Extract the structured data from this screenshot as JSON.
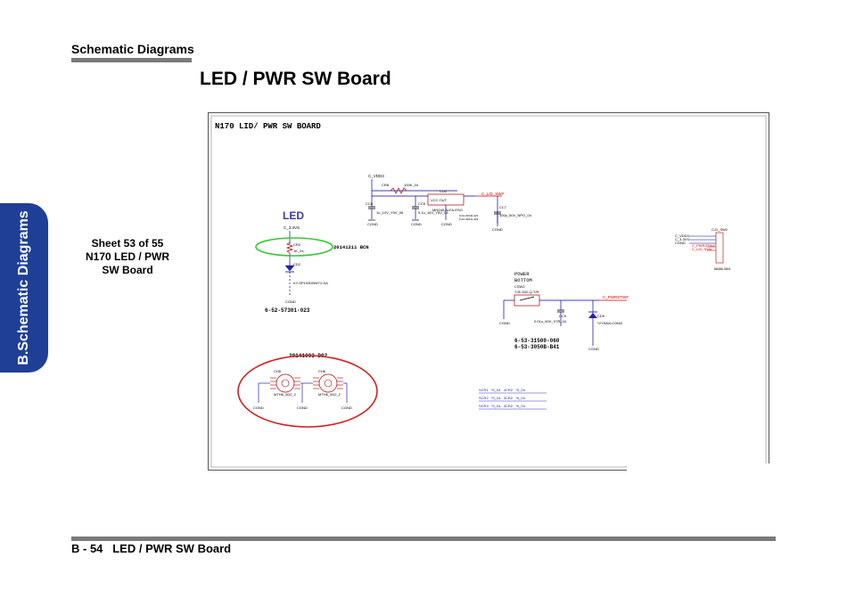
{
  "header": {
    "title": "Schematic  Diagrams"
  },
  "page_title": "LED / PWR SW Board",
  "side_tab": {
    "label": "B.Schematic Diagrams"
  },
  "sheet_caption": {
    "line1": "Sheet 53 of 55",
    "line2": "N170 LED / PWR",
    "line3": "SW Board"
  },
  "schematic": {
    "board_title": "N170 LID/ PWR SW BOARD",
    "led_heading": "LED",
    "led_rail": "C_3.3VS",
    "led_note": "20141211  BCN",
    "led_part": "6-52-57301-023",
    "lid_rail": "C_VDD3",
    "lid_net": "C_LID_SW#",
    "power_label_1": "POWER",
    "power_label_2": "BOTTOM",
    "power_net": "C_PWRSTW#",
    "power_part_1": "6-53-31500-060",
    "power_part_2": "6-53-3050B-B41",
    "mount_note": "20141003  D02",
    "connector_ref": "CJ1_SW2",
    "connector_nets": [
      "C_VDD3",
      "C_3.3VS",
      "CGND",
      "C_PWRSTW#",
      "C_LID_SW#"
    ],
    "components": {
      "r_lid": "CR8",
      "r_lid_val": "100K_04",
      "c5": "CC8",
      "c5_val": "1u_10V_Y5V_06",
      "c6": "CC6",
      "c6_val": "0.1u_16V_Y5V_04",
      "u_lid": "CU2",
      "u_lid_part": "MH248-ALFA-ESO",
      "u_pins": "VCC   OUT",
      "c7": "CC7",
      "c7_val": "100p_50V_NPO_04",
      "r_led": "CR2",
      "r_led_val": "1K_04",
      "d_led": "CD2",
      "d_led_part": "KY-SP192DBW71-SA",
      "sw": "CSW2",
      "sw_part": "TJE-532-Q-T/R",
      "c9": "CC9",
      "c9_val": "0.01u_50V_X7R_04",
      "d_pwr": "CD9",
      "d_pwr_part": "*VY5AVLC0602",
      "h1": "CH5",
      "h1_part": "MTH6_0D2_2",
      "h2": "CH6",
      "h2_part": "MTH6_0D2_2",
      "gnd": "CGND"
    },
    "screw_rows": [
      "SCR1   *0_04   4CR2   *0_04",
      "SCR2   *0_04   3CR2   *0_04",
      "SCR3   *0_04   3CR2   *0_04"
    ]
  },
  "footer": {
    "text": "B - 54   LED / PWR SW Board"
  },
  "colors": {
    "accent_blue": "#1f3f97",
    "rule_gray": "#7a7a7a",
    "net_red": "#cc0000",
    "wire_blue": "#0000aa",
    "highlight_green": "#33cc33",
    "highlight_red": "#d62020"
  }
}
